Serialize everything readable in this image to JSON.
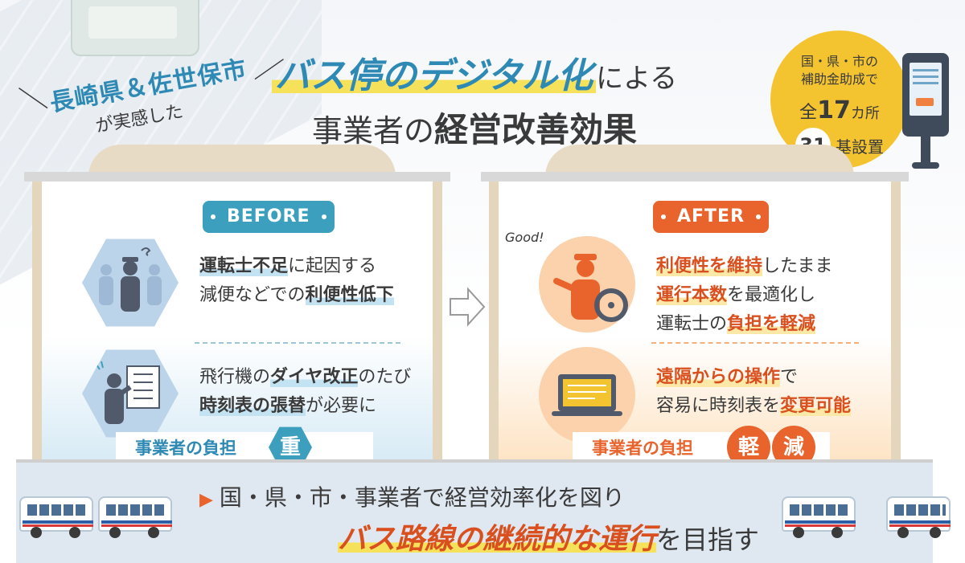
{
  "header": {
    "region": "長崎県＆佐世保市",
    "region_sub": "が実感した",
    "title_highlight": "バス停のデジタル化",
    "title_suffix": "による",
    "title_line2_prefix": "事業者の",
    "title_line2_big": "経営改善効果"
  },
  "badge": {
    "line1": "国・県・市の",
    "line2": "補助金助成で",
    "count_prefix": "全",
    "count_num": "17",
    "count_unit": "カ所",
    "sites_num": "31",
    "sites_suffix": "基設置"
  },
  "before": {
    "tag": "BEFORE",
    "row1": {
      "em1": "運転士不足",
      "t1": "に起因する",
      "t2": "減便などでの",
      "em2": "利便性低下"
    },
    "row2": {
      "t1": "飛行機の",
      "em1": "ダイヤ改正",
      "t2": "のたび",
      "em2": "時刻表の張替",
      "t3": "が必要に"
    },
    "burden_label": "事業者の負担",
    "burden_value": "重"
  },
  "after": {
    "tag": "AFTER",
    "good_text": "Good!",
    "row1": {
      "em1": "利便性を維持",
      "t1": "したまま",
      "em2": "運行本数",
      "t2": "を最適化し",
      "t3": "運転士の",
      "em3": "負担を軽減"
    },
    "row2": {
      "em1": "遠隔からの操作",
      "t1": "で",
      "t2": "容易に時刻表を",
      "em2": "変更可能"
    },
    "burden_label": "事業者の負担",
    "burden_value1": "軽",
    "burden_value2": "減"
  },
  "bottom": {
    "line1": "国・県・市・事業者で経営効率化を図り",
    "line2_strong": "バス路線の継続的な運行",
    "line2_suffix": "を目指す"
  },
  "colors": {
    "blue": "#2e8ab4",
    "orange": "#e8642c",
    "yellow": "#f4c430"
  }
}
